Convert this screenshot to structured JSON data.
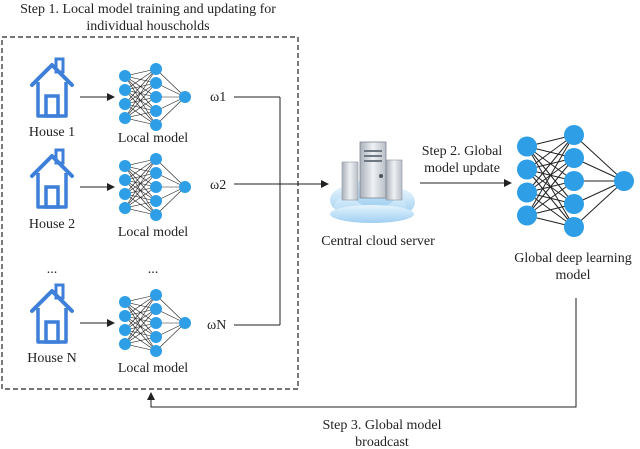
{
  "colors": {
    "house": "#3d7fd9",
    "neuron": "#2e9fe6",
    "stroke": "#222222",
    "cloud": "#c9e6f9",
    "server": "#d4d8de"
  },
  "icons": {
    "house": "house-icon",
    "network": "neural-network-icon",
    "server": "cloud-server-icon"
  },
  "step1": {
    "line1": "Step 1. Local model training and updating for",
    "line2": "individual houscholds"
  },
  "houses": [
    {
      "label": "House 1",
      "model": "Local model",
      "weight": "ω1"
    },
    {
      "label": "House 2",
      "model": "Local model",
      "weight": "ω2"
    },
    {
      "label": "House N",
      "model": "Local model",
      "weight": "ωN"
    }
  ],
  "ellipsis": {
    "left": "...",
    "right": "..."
  },
  "server": {
    "label": "Central cloud server"
  },
  "step2": {
    "line1": "Step 2. Global",
    "line2": "model update"
  },
  "global_model": {
    "line1": "Global deep learning",
    "line2": "model"
  },
  "step3": {
    "line1": "Step 3. Global model",
    "line2": "broadcast"
  }
}
